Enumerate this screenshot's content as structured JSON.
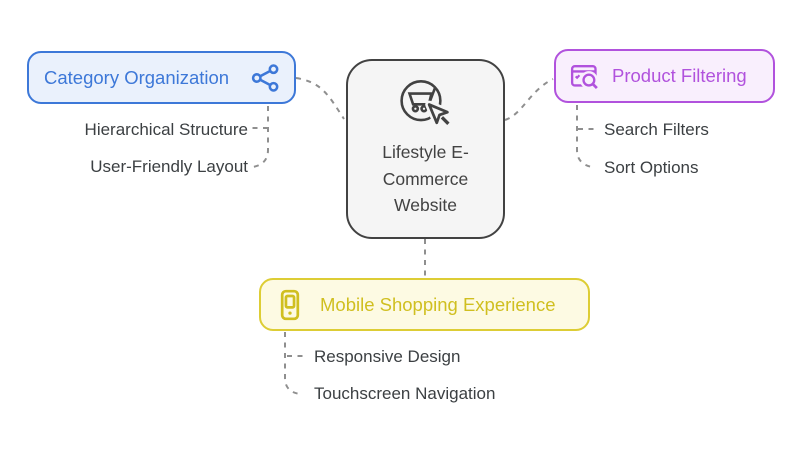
{
  "diagram": {
    "center_node": {
      "label": "Lifestyle E-Commerce Website",
      "icon": "shopping-cart-cursor-icon"
    },
    "branches": [
      {
        "label": "Category Organization",
        "icon": "share-network-icon",
        "accent": "#3d78d8",
        "background": "#eaf1fc",
        "children": [
          "Hierarchical Structure",
          "User-Friendly Layout"
        ]
      },
      {
        "label": "Product Filtering",
        "icon": "search-list-icon",
        "accent": "#b152dd",
        "background": "#f9effd",
        "children": [
          "Search Filters",
          "Sort Options"
        ]
      },
      {
        "label": "Mobile Shopping Experience",
        "icon": "smartphone-icon",
        "accent": "#d0bf20",
        "background": "#fdfae3",
        "children": [
          "Responsive Design",
          "Touchscreen Navigation"
        ]
      }
    ],
    "connector_color": "#8f8f8f",
    "text_color": "#3c4043",
    "center_accent": "#424242"
  }
}
